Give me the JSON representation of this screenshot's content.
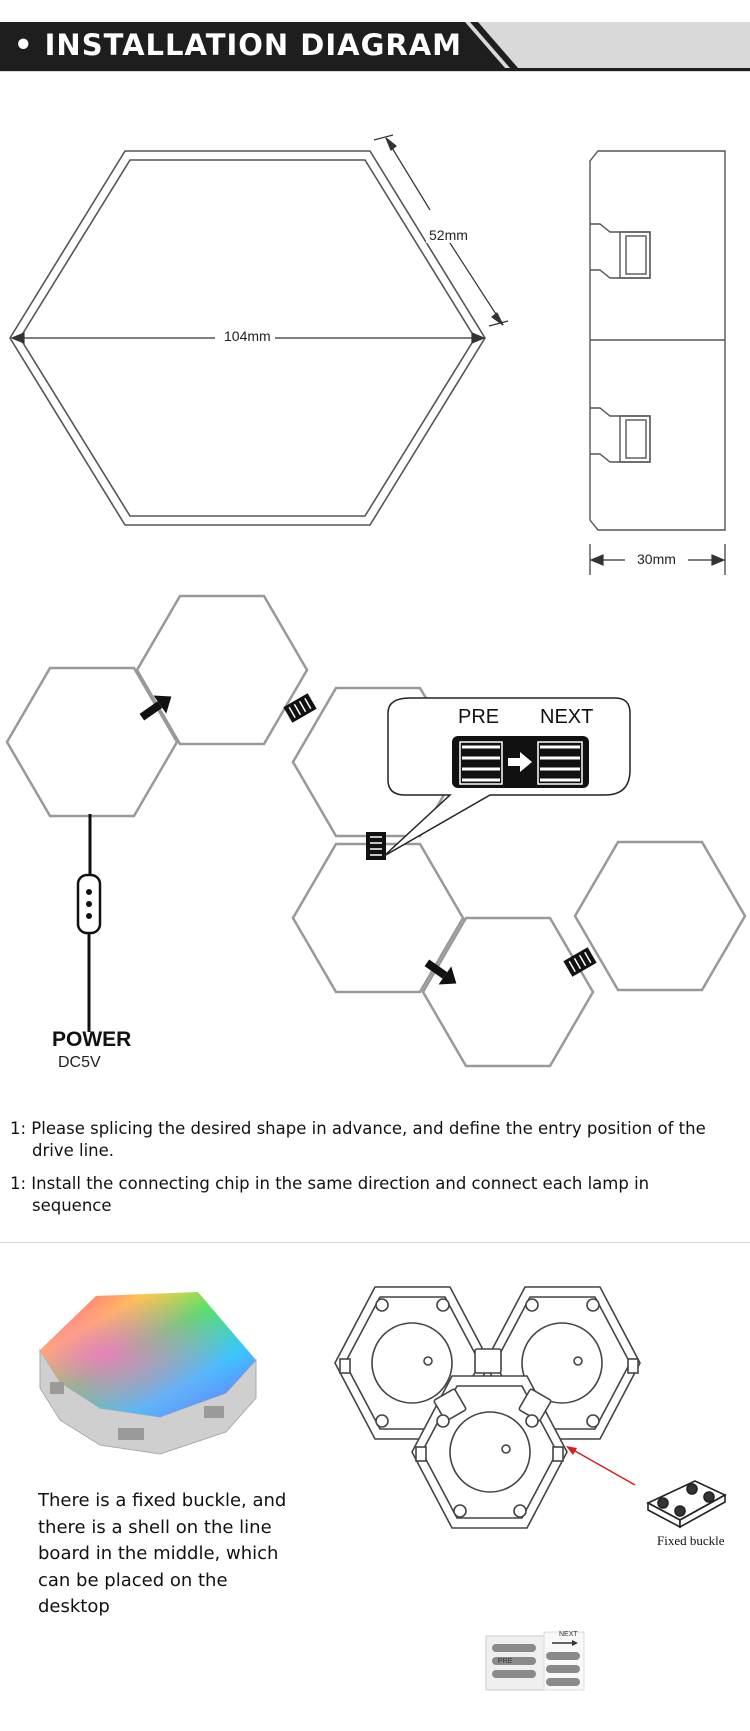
{
  "header": {
    "title": "• INSTALLATION DIAGRAM"
  },
  "dimensions": {
    "width": "104mm",
    "side": "52mm",
    "depth": "30mm"
  },
  "wiring": {
    "pre_label": "PRE",
    "next_label": "NEXT",
    "power_label": "POWER",
    "power_voltage": "DC5V"
  },
  "instructions": [
    "1: Please splicing the desired shape in advance, and define the entry position of the drive line.",
    "1: Install the connecting chip in the same direction and connect each lamp in sequence"
  ],
  "buckle_section": {
    "description": "There is a fixed buckle, and there is a shell on the line board in the middle, which can be placed on the desktop",
    "fixed_buckle_label": "Fixed buckle",
    "chip_pre_label": "PRE",
    "chip_next_label": "NEXT"
  },
  "colors": {
    "header_bg": "#1e1e1e",
    "header_accent": "#d8d8d8",
    "arrow_red": "#d42020",
    "line": "#555555"
  }
}
